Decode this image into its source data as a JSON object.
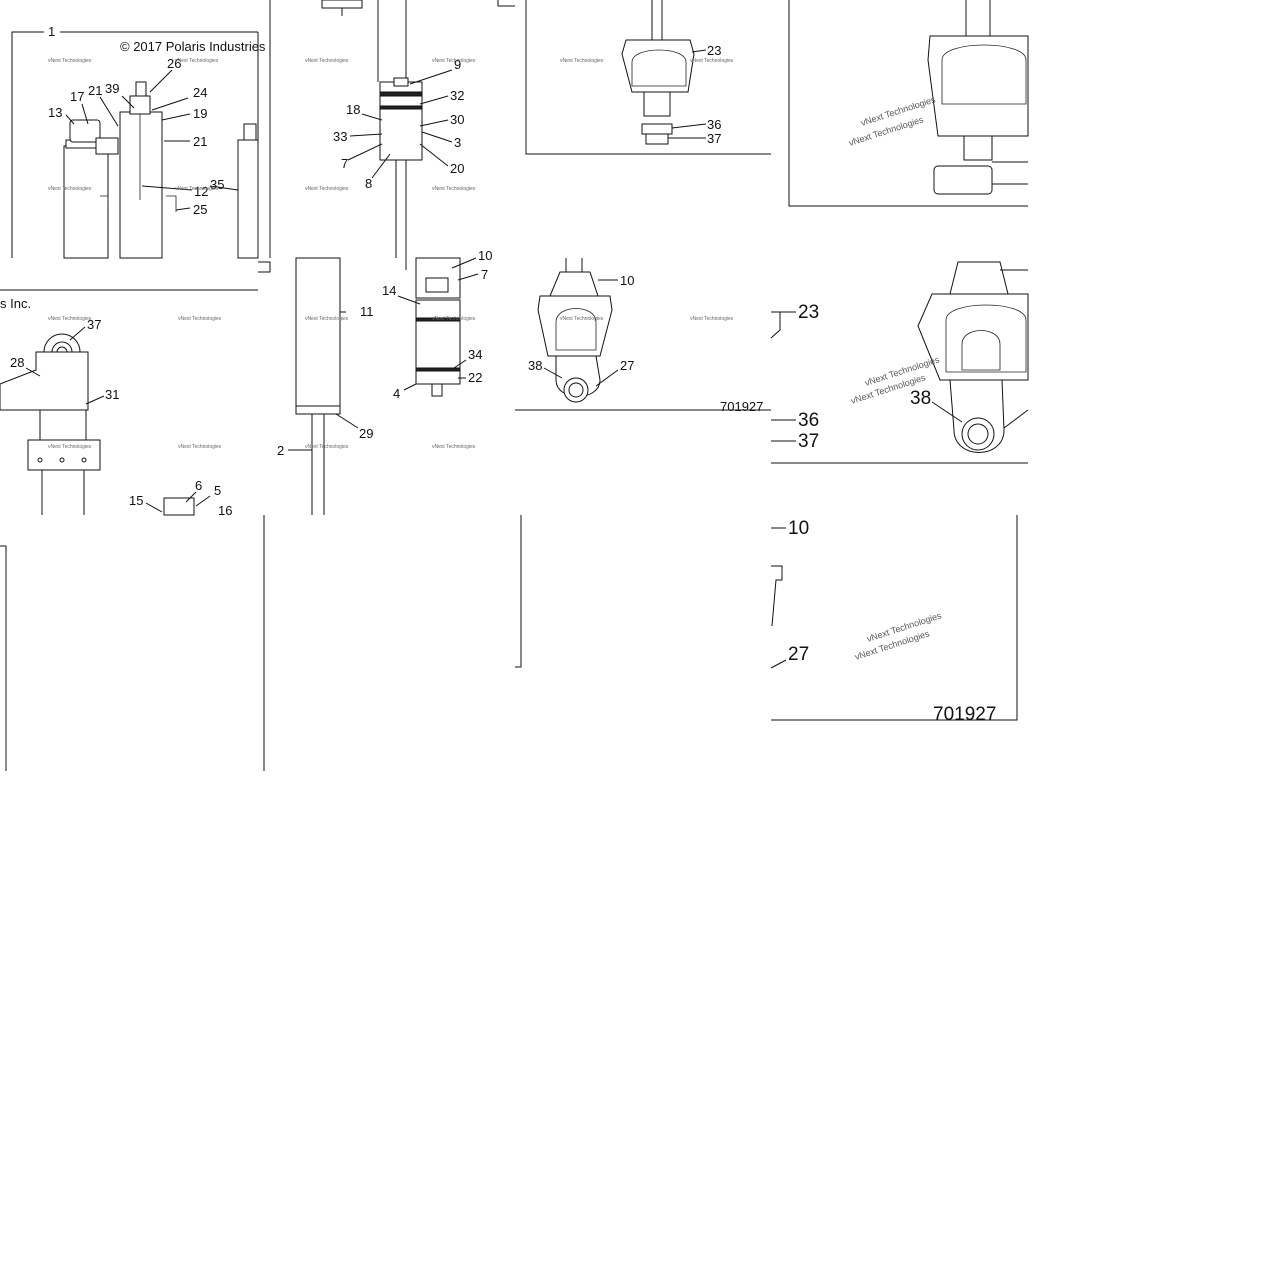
{
  "diagram": {
    "copyright": "© 2017 Polaris Industries",
    "copyright_fragment": "s Inc.",
    "watermark": "vNext Technologies",
    "figure_number": "701927",
    "callouts": {
      "c1": "1",
      "c26": "26",
      "c17": "17",
      "c21a": "21",
      "c39": "39",
      "c24": "24",
      "c13": "13",
      "c19": "19",
      "c21b": "21",
      "c35": "35",
      "c12": "12",
      "c25": "25",
      "c9": "9",
      "c18": "18",
      "c32": "32",
      "c30": "30",
      "c33": "33",
      "c3": "3",
      "c7a": "7",
      "c20": "20",
      "c8": "8",
      "c23a": "23",
      "c36a": "36",
      "c37a": "37",
      "c37b": "37",
      "c28": "28",
      "c31": "31",
      "c6": "6",
      "c5": "5",
      "c15": "15",
      "c16": "16",
      "c11": "11",
      "c14": "14",
      "c7b": "7",
      "c34": "34",
      "c22": "22",
      "c4": "4",
      "c29": "29",
      "c2": "2",
      "c10a": "10",
      "c10b": "10",
      "c38a": "38",
      "c27a": "27",
      "c23b": "23",
      "c38b": "38",
      "c36b": "36",
      "c37c": "37",
      "c10c": "10",
      "c27b": "27"
    }
  }
}
